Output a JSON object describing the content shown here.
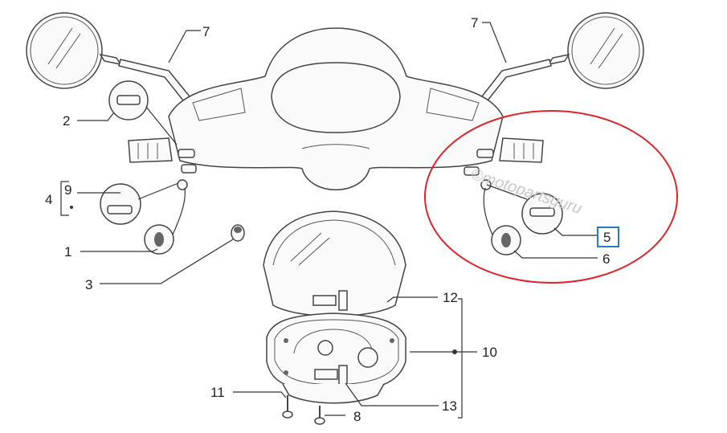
{
  "diagram": {
    "watermark": "©motopartsguru",
    "highlight_color": "#d9262c",
    "box_color": "#2b7bbf",
    "labels": {
      "l1": "1",
      "l2": "2",
      "l3": "3",
      "l4": "4",
      "l5": "5",
      "l6": "6",
      "l7a": "7",
      "l7b": "7",
      "l8": "8",
      "l9": "9",
      "l10": "10",
      "l11": "11",
      "l12": "12",
      "l13": "13"
    }
  }
}
